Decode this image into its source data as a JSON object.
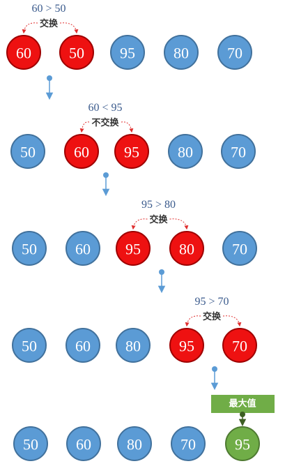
{
  "colors": {
    "normal": "#5b9bd5",
    "compared": "#ee1111",
    "max": "#70ad47",
    "arrow_dashed": "#e03030",
    "flow_arrow": "#5b9bd5",
    "max_label_bg": "#70ad47",
    "max_connector": "#3d5e23"
  },
  "steps": [
    {
      "comparison": "60 > 50",
      "action": "交换",
      "circles": [
        {
          "value": "60",
          "state": "compared"
        },
        {
          "value": "50",
          "state": "compared"
        },
        {
          "value": "95",
          "state": "normal"
        },
        {
          "value": "80",
          "state": "normal"
        },
        {
          "value": "70",
          "state": "normal"
        }
      ]
    },
    {
      "comparison": "60 < 95",
      "action": "不交换",
      "circles": [
        {
          "value": "50",
          "state": "normal"
        },
        {
          "value": "60",
          "state": "compared"
        },
        {
          "value": "95",
          "state": "compared"
        },
        {
          "value": "80",
          "state": "normal"
        },
        {
          "value": "70",
          "state": "normal"
        }
      ]
    },
    {
      "comparison": "95 > 80",
      "action": "交换",
      "circles": [
        {
          "value": "50",
          "state": "normal"
        },
        {
          "value": "60",
          "state": "normal"
        },
        {
          "value": "95",
          "state": "compared"
        },
        {
          "value": "80",
          "state": "compared"
        },
        {
          "value": "70",
          "state": "normal"
        }
      ]
    },
    {
      "comparison": "95 > 70",
      "action": "交换",
      "circles": [
        {
          "value": "50",
          "state": "normal"
        },
        {
          "value": "60",
          "state": "normal"
        },
        {
          "value": "80",
          "state": "normal"
        },
        {
          "value": "95",
          "state": "compared"
        },
        {
          "value": "70",
          "state": "compared"
        }
      ]
    }
  ],
  "result": {
    "max_label": "最大值",
    "circles": [
      {
        "value": "50",
        "state": "normal"
      },
      {
        "value": "60",
        "state": "normal"
      },
      {
        "value": "80",
        "state": "normal"
      },
      {
        "value": "70",
        "state": "normal"
      },
      {
        "value": "95",
        "state": "max"
      }
    ]
  }
}
